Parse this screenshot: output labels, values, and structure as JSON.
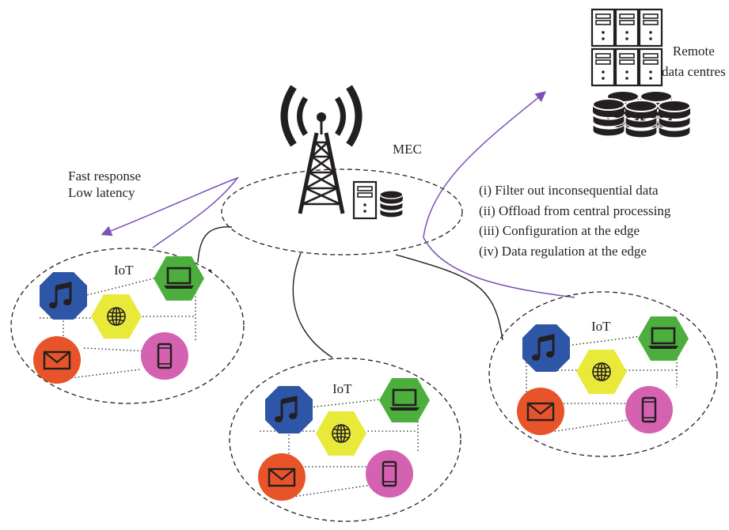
{
  "remote": {
    "line1": "Remote",
    "line2": "data centres"
  },
  "mec": {
    "label": "MEC"
  },
  "response": {
    "line1": "Fast response",
    "line2": "Low latency"
  },
  "benefits": [
    "(i) Filter out inconsequential data",
    "(ii) Offload from central processing",
    "(iii) Configuration at the edge",
    "(iv) Data regulation at the edge"
  ],
  "clusters": [
    {
      "label": "IoT"
    },
    {
      "label": "IoT"
    },
    {
      "label": "IoT"
    }
  ],
  "colors": {
    "music": "#2e56a6",
    "laptop": "#4caf3d",
    "globe": "#e9e93a",
    "mail": "#e8542a",
    "phone": "#d462b0",
    "arrow": "#7b52b8",
    "ink": "#231f20"
  },
  "icons": [
    "music-note-icon",
    "laptop-icon",
    "globe-icon",
    "envelope-icon",
    "smartphone-icon",
    "server-icon",
    "database-icon",
    "cell-tower-icon"
  ]
}
